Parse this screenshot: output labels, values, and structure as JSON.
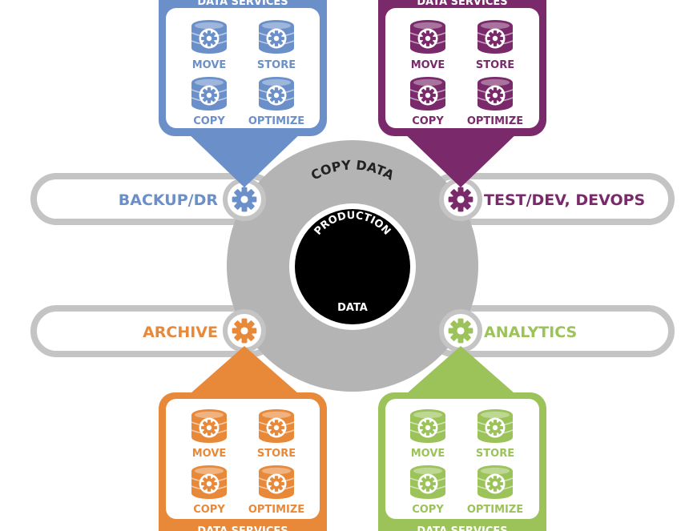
{
  "colors": {
    "blue": "#6a8fc9",
    "purple": "#7a2a6b",
    "orange": "#e8893a",
    "green": "#9cc25a",
    "ring": "#b4b4b4",
    "pill_border": "#c4c4c4",
    "core": "#000000"
  },
  "center": {
    "ring_label": "COPY DATA",
    "core_top_label": "PRODUCTION",
    "core_bottom_label": "DATA"
  },
  "pills": {
    "backup": "BACKUP/DR",
    "testdev": "TEST/DEV, DEVOPS",
    "archive": "ARCHIVE",
    "analytics": "ANALYTICS"
  },
  "panels": {
    "title": "DATA SERVICES",
    "items": [
      "MOVE",
      "STORE",
      "COPY",
      "OPTIMIZE"
    ]
  },
  "icons": {
    "service": "gear-icon",
    "storage": "database-gear-icon"
  }
}
